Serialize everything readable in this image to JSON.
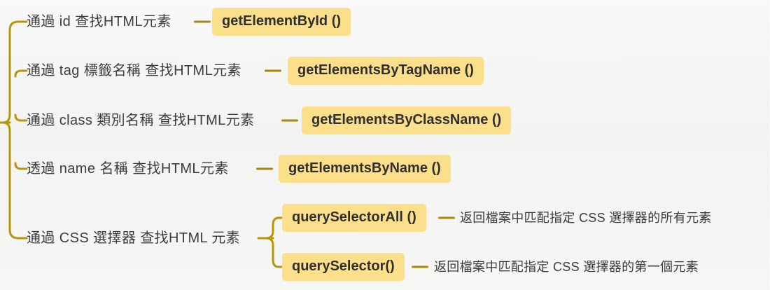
{
  "diagram": {
    "title": "HTML element lookup methods mind map",
    "accent_color": "#b8960c",
    "badge_color": "#fcdf8a",
    "text_color": "#3c3c3c",
    "background_color": "#f7f7f5",
    "branches": [
      {
        "label": "通過 id 查找HTML元素",
        "method": "getElementById ()"
      },
      {
        "label": "通過 tag 標籤名稱 查找HTML元素",
        "method": "getElementsByTagName ()"
      },
      {
        "label": "通過 class 類別名稱 查找HTML元素",
        "method": "getElementsByClassName ()"
      },
      {
        "label": "透過 name 名稱 查找HTML元素",
        "method": "getElementsByName ()"
      },
      {
        "label": "通過 CSS 選擇器 查找HTML 元素",
        "children": [
          {
            "method": "querySelectorAll ()",
            "description": "返回檔案中匹配指定 CSS 選擇器的所有元素"
          },
          {
            "method": "querySelector()",
            "description": "返回檔案中匹配指定 CSS 選擇器的第一個元素"
          }
        ]
      }
    ]
  }
}
